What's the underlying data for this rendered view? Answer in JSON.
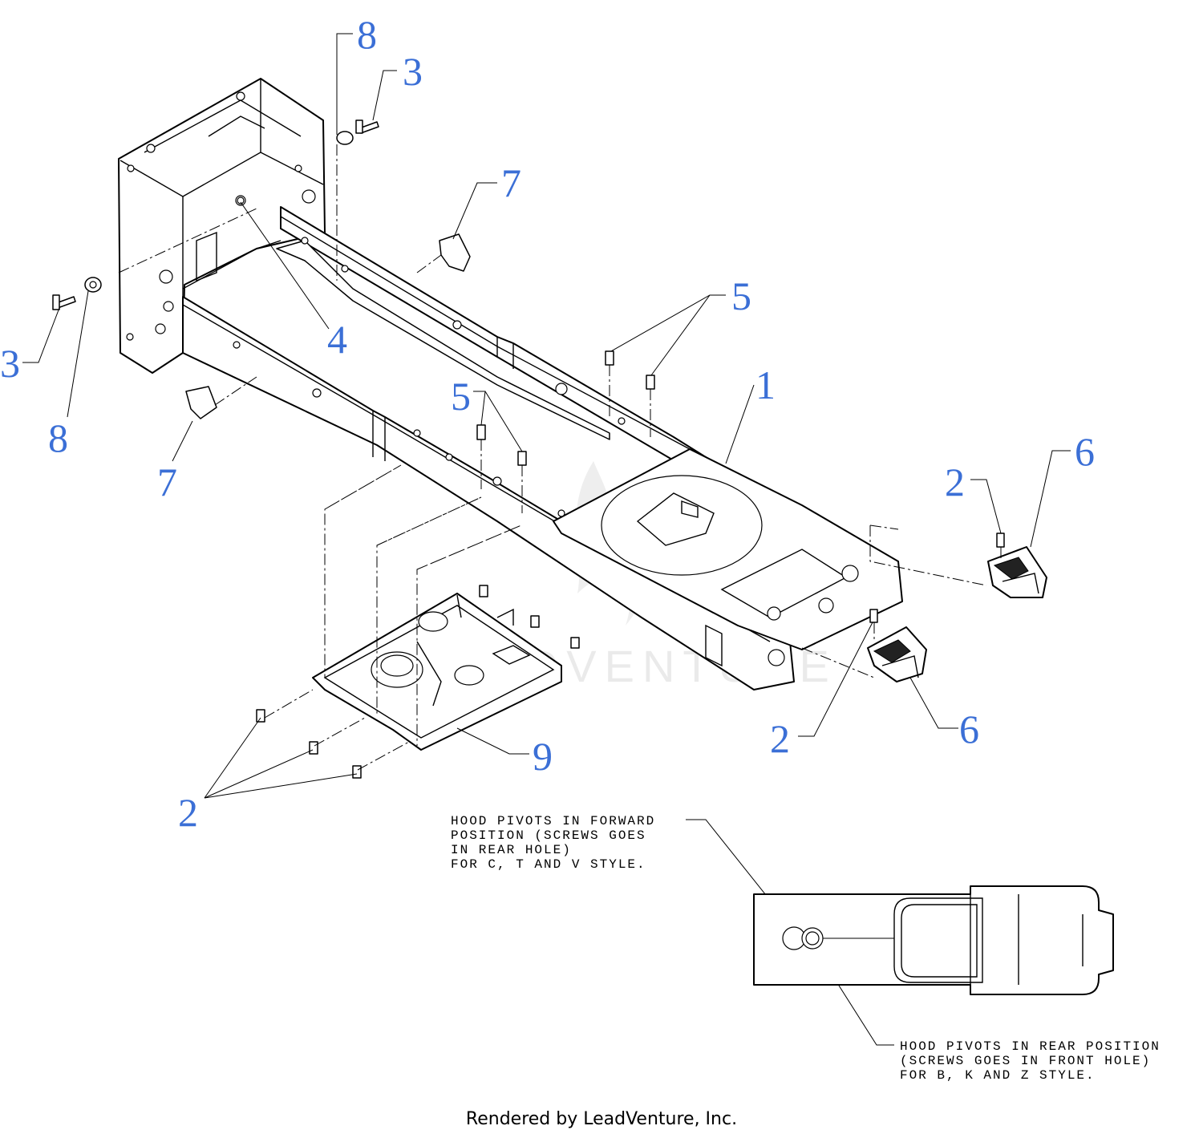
{
  "callouts": [
    {
      "id": "c8a",
      "label": "8"
    },
    {
      "id": "c3a",
      "label": "3"
    },
    {
      "id": "c7a",
      "label": "7"
    },
    {
      "id": "c5a",
      "label": "5"
    },
    {
      "id": "c3b",
      "label": "3"
    },
    {
      "id": "c8b",
      "label": "8"
    },
    {
      "id": "c4",
      "label": "4"
    },
    {
      "id": "c1",
      "label": "1"
    },
    {
      "id": "c5b",
      "label": "5"
    },
    {
      "id": "c7b",
      "label": "7"
    },
    {
      "id": "c2a",
      "label": "2"
    },
    {
      "id": "c6a",
      "label": "6"
    },
    {
      "id": "c2b",
      "label": "2"
    },
    {
      "id": "c6b",
      "label": "6"
    },
    {
      "id": "c9",
      "label": "9"
    },
    {
      "id": "c2c",
      "label": "2"
    }
  ],
  "notes": {
    "forward": [
      "HOOD PIVOTS IN FORWARD",
      "POSITION (SCREWS GOES",
      "IN REAR HOLE)",
      "FOR C, T AND V STYLE."
    ],
    "rear": [
      "HOOD PIVOTS IN REAR POSITION",
      "(SCREWS GOES IN FRONT HOLE)",
      "FOR B, K AND Z STYLE."
    ]
  },
  "watermark": "LEADVENTURE",
  "footer": "Rendered by LeadVenture, Inc."
}
